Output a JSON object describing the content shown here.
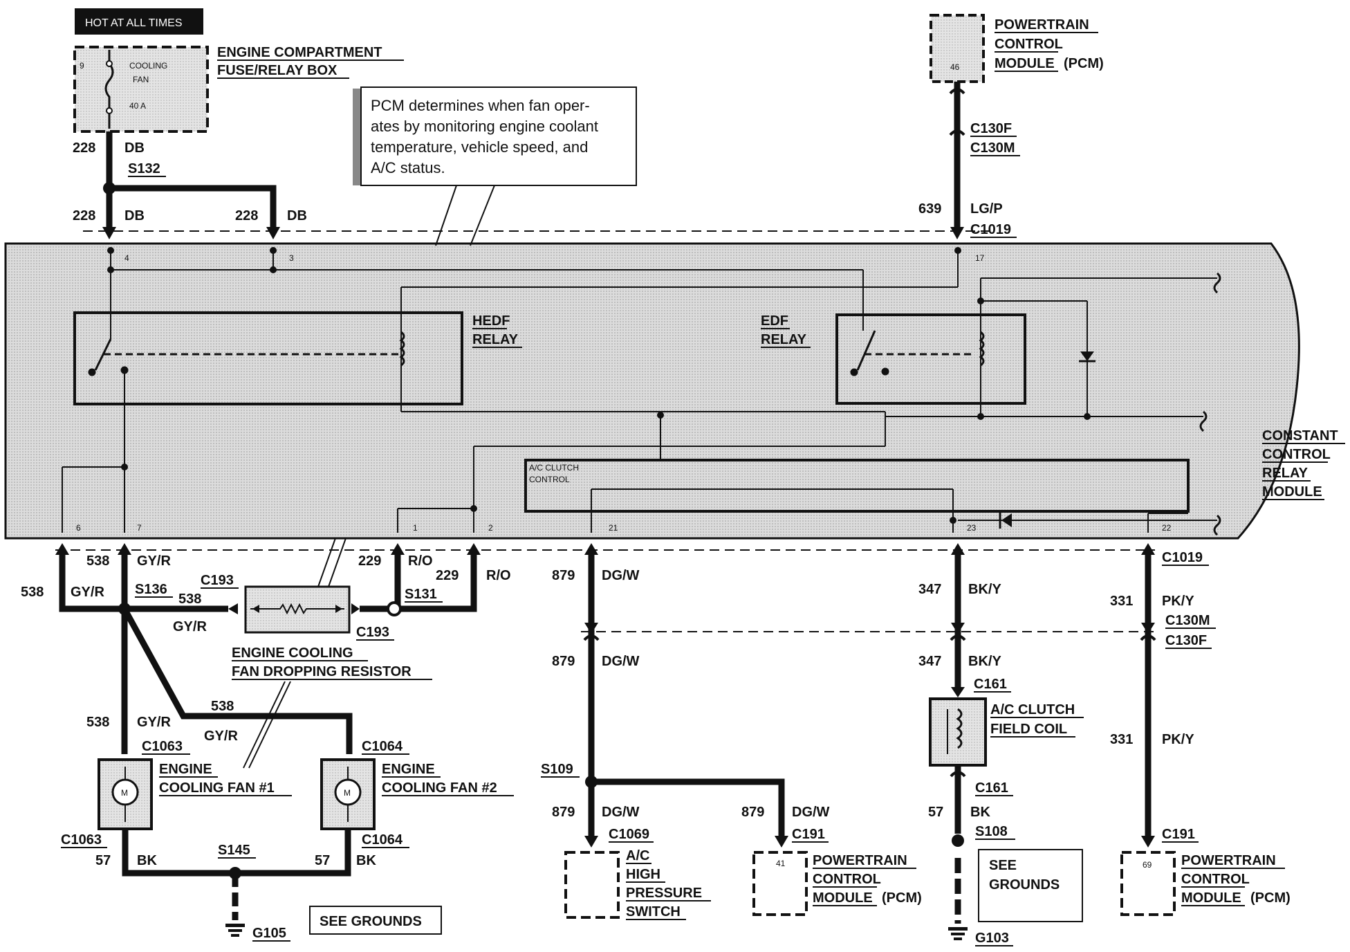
{
  "header": {
    "hot_at_all_times": "HOT AT ALL TIMES"
  },
  "fuse_box": {
    "fuse_number": "9",
    "fuse_name_line1": "COOLING",
    "fuse_name_line2": "FAN",
    "fuse_rating": "40 A",
    "title_line1": "ENGINE COMPARTMENT",
    "title_line2": "FUSE/RELAY BOX"
  },
  "pcm_top": {
    "pin": "46",
    "title_line1": "POWERTRAIN",
    "title_line2": "CONTROL",
    "title_line3": "MODULE",
    "title_suffix": "(PCM)"
  },
  "callout": {
    "line1": "PCM determines when fan oper-",
    "line2": "ates by monitoring engine coolant",
    "line3": "temperature, vehicle speed, and",
    "line4": "A/C status."
  },
  "module": {
    "title_line1": "CONSTANT",
    "title_line2": "CONTROL",
    "title_line3": "RELAY",
    "title_line4": "MODULE",
    "hedf_line1": "HEDF",
    "hedf_line2": "RELAY",
    "edf_line1": "EDF",
    "edf_line2": "RELAY",
    "ac_clutch_line1": "A/C CLUTCH",
    "ac_clutch_line2": "CONTROL",
    "pins": {
      "p4": "4",
      "p3": "3",
      "p17": "17",
      "p6": "6",
      "p7": "7",
      "p1": "1",
      "p2": "2",
      "p21": "21",
      "p23": "23",
      "p22": "22"
    }
  },
  "wires": {
    "w228a": "228",
    "db_a": "DB",
    "s132": "S132",
    "w228b": "228",
    "db_b": "DB",
    "w228c": "228",
    "db_c": "DB",
    "c130f_top": "C130F",
    "c130m_top": "C130M",
    "w639": "639",
    "lgp": "LG/P",
    "c1019_top": "C1019",
    "w538a": "538",
    "gyr_a": "GY/R",
    "w538b": "538",
    "gyr_b": "GY/R",
    "s136": "S136",
    "c193a": "C193",
    "w538c": "538",
    "gyr_c": "GY/R",
    "w229a": "229",
    "ro_a": "R/O",
    "w229b": "229",
    "ro_b": "R/O",
    "s131": "S131",
    "c193b": "C193",
    "w879a": "879",
    "dgw_a": "DG/W",
    "w879b": "879",
    "dgw_b": "DG/W",
    "w347a": "347",
    "bky_a": "BK/Y",
    "w347b": "347",
    "bky_b": "BK/Y",
    "c161a": "C161",
    "c1019_bot": "C1019",
    "w331a": "331",
    "pky_a": "PK/Y",
    "c130m_bot": "C130M",
    "c130f_bot": "C130F",
    "w331b": "331",
    "pky_b": "PK/Y",
    "w538d": "538",
    "gyr_d": "GY/R",
    "w538e": "538",
    "gyr_e": "GY/R",
    "c1063a": "C1063",
    "c1064a": "C1064",
    "c1063b": "C1063",
    "w57a": "57",
    "bk_a": "BK",
    "s145": "S145",
    "w57b": "57",
    "bk_b": "BK",
    "c1064b": "C1064",
    "g105": "G105",
    "s109": "S109",
    "w879c": "879",
    "dgw_c": "DG/W",
    "w879d": "879",
    "dgw_d": "DG/W",
    "c1069": "C1069",
    "c191a": "C191",
    "c161b": "C161",
    "w57c": "57",
    "bk_c": "BK",
    "s108": "S108",
    "g103": "G103",
    "c191b": "C191"
  },
  "components": {
    "resistor_line1": "ENGINE COOLING",
    "resistor_line2": "FAN DROPPING RESISTOR",
    "fan1_line1": "ENGINE",
    "fan1_line2": "COOLING FAN #1",
    "fan2_line1": "ENGINE",
    "fan2_line2": "COOLING FAN #2",
    "motor_m": "M",
    "see_grounds_a": "SEE GROUNDS",
    "ac_switch_line1": "A/C",
    "ac_switch_line2": "HIGH",
    "ac_switch_line3": "PRESSURE",
    "ac_switch_line4": "SWITCH",
    "pcm_b_pin": "41",
    "pcm_b_line1": "POWERTRAIN",
    "pcm_b_line2": "CONTROL",
    "pcm_b_line3": "MODULE",
    "pcm_b_suffix": "(PCM)",
    "clutch_line1": "A/C CLUTCH",
    "clutch_line2": "FIELD COIL",
    "see_grounds_b_line1": "SEE",
    "see_grounds_b_line2": "GROUNDS",
    "pcm_c_pin": "69",
    "pcm_c_line1": "POWERTRAIN",
    "pcm_c_line2": "CONTROL",
    "pcm_c_line3": "MODULE",
    "pcm_c_suffix": "(PCM)"
  },
  "colors": {
    "module_fill": "#d9d9d9",
    "wire": "#111111"
  }
}
